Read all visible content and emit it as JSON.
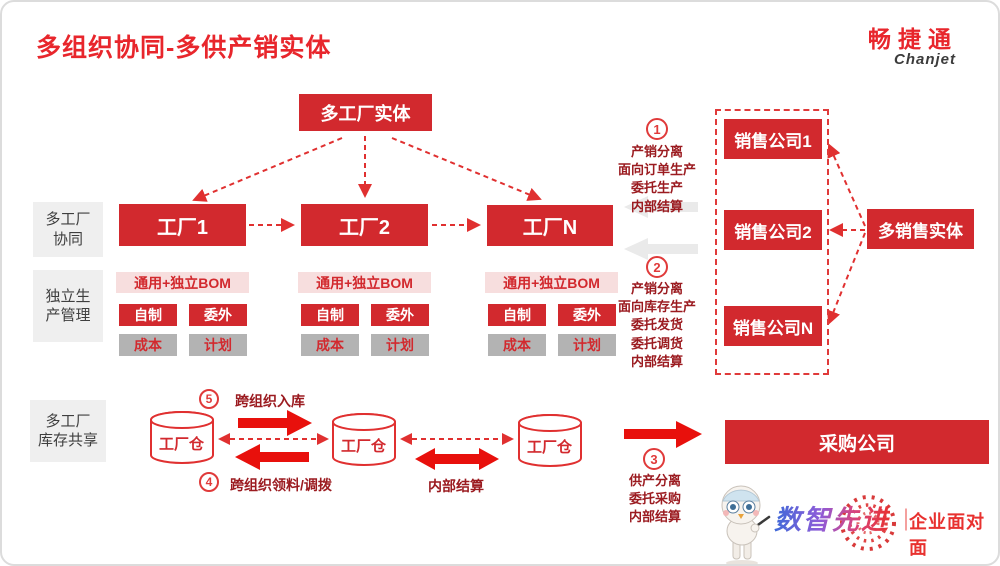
{
  "title": "多组织协同-多供产销实体",
  "logo": {
    "name": "畅捷通",
    "subtitle": "Chanjet"
  },
  "top_entity": "多工厂实体",
  "section_labels": {
    "collaboration": "多工厂\n协同",
    "production": "独立生\n产管理",
    "inventory": "多工厂\n库存共享"
  },
  "factories": [
    {
      "name": "工厂1",
      "bom": "通用+独立BOM",
      "self_made": "自制",
      "outsourced": "委外",
      "cost": "成本",
      "plan": "计划"
    },
    {
      "name": "工厂2",
      "bom": "通用+独立BOM",
      "self_made": "自制",
      "outsourced": "委外",
      "cost": "成本",
      "plan": "计划"
    },
    {
      "name": "工厂N",
      "bom": "通用+独立BOM",
      "self_made": "自制",
      "outsourced": "委外",
      "cost": "成本",
      "plan": "计划"
    }
  ],
  "sales": {
    "companies": [
      "销售公司1",
      "销售公司2",
      "销售公司N"
    ],
    "entity": "多销售实体"
  },
  "annotations": {
    "a1": {
      "num": "1",
      "text": "产销分离\n面向订单生产\n委托生产\n内部结算"
    },
    "a2": {
      "num": "2",
      "text": "产销分离\n面向库存生产\n委托发货\n委托调货\n内部结算"
    },
    "a3": {
      "num": "3",
      "text": "供产分离\n委托采购\n内部结算"
    },
    "a4": {
      "num": "4",
      "label": "跨组织领料/调拨"
    },
    "a5": {
      "num": "5",
      "label": "跨组织入库"
    },
    "internal_settlement": "内部结算"
  },
  "warehouses": [
    "工厂仓",
    "工厂仓",
    "工厂仓"
  ],
  "purchase_company": "采购公司",
  "footer": {
    "brand": "数智先进",
    "divider": "｜",
    "tagline": "企业面对面"
  },
  "colors": {
    "primary_red": "#d2292e",
    "arrow_red": "#e03030",
    "pink_bg": "#f7dede",
    "gray_box": "#b3b3b3",
    "label_bg": "#efefef",
    "annotation_red": "#9b1b20"
  }
}
